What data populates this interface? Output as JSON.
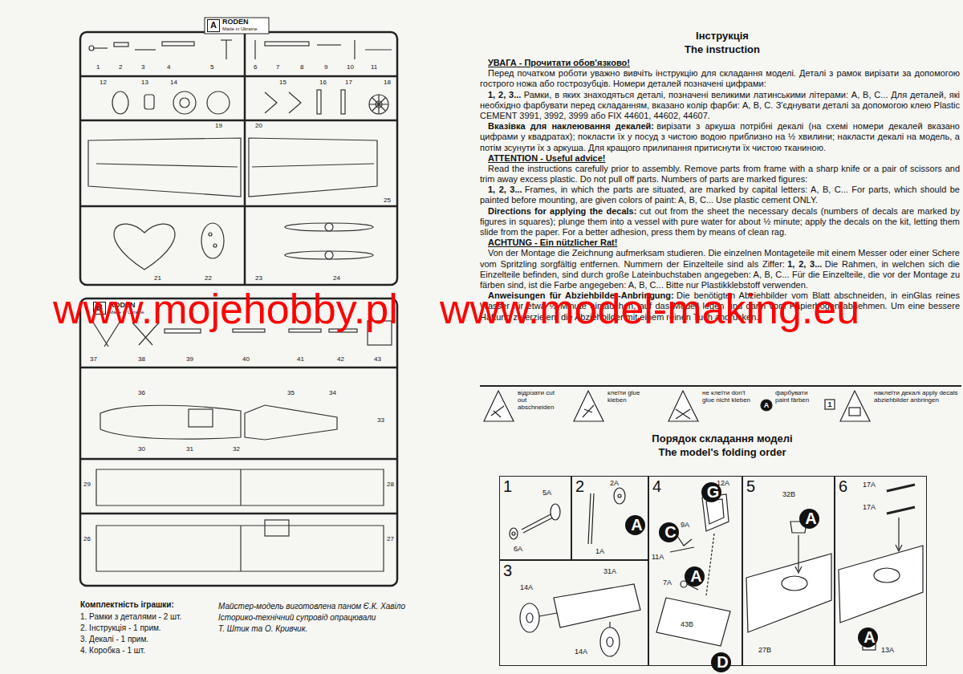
{
  "diagram": {
    "title": "Інструкція",
    "nodes": [
      {
        "text": [
          "A"
        ]
      },
      {
        "text": [
          "B"
        ]
      },
      {
        "text": [
          "1"
        ]
      },
      {
        "text": [
          "2"
        ]
      },
      {
        "text": [
          "3"
        ]
      },
      {
        "text": [
          "4"
        ]
      },
      {
        "text": [
          "5"
        ]
      },
      {
        "text": [
          "6"
        ]
      },
      {
        "text": [
          "A"
        ],
        "in": 3
      },
      {
        "text": [
          "G"
        ],
        "in": 5
      },
      {
        "text": [
          "C"
        ],
        "in": 5
      },
      {
        "text": [
          "A"
        ],
        "in": 5
      },
      {
        "text": [
          "D"
        ],
        "in": 5
      },
      {
        "text": [
          "A"
        ],
        "in": 6
      },
      {
        "text": [
          "A"
        ],
        "in": 7
      }
    ],
    "labels": [
      "The instruction",
      "УВАГА - Прочитати обов'язково!",
      "Перед початком роботи уважно вивчіть інструкцію для складання моделі. Деталі з рамок вирізати за допомогою гострого ножа або гострозубців. Номери деталей позначені цифрами:",
      "1, 2, 3...",
      "Рамки, в яких знаходяться деталі, позначені великими латинськими літерами: A, B, C... Для деталей, які необхідно фарбувати перед складанням, вказано колір фарби: A, B, C. З'єднувати деталі за допомогою клею Plastic CEMENT 3991, 3992, 3999 або FIX 44601, 44602, 44607.",
      "Вказівка для наклеювання декалей:",
      "вирізати з аркуша потрібні декалі (на схемі номери декалей вказано цифрами у квадратах); покласти їх у посуд з чистою водою приблизно на ½ хвилини; накласти декалі на модель, а потім зсунути їх з аркуша. Для кращого прилипання притиснути їх чистою тканиною.",
      "ATTENTION - Useful advice!",
      "Read the instructions carefully prior to assembly. Remove parts from frame with a sharp knife or a pair of scissors and trim away excess plastic. Do not pull off parts. Numbers of parts are marked figures:",
      "1, 2, 3...",
      "Frames, in which the parts are situated, are marked by capital letters: A, B, C... For parts, which should be painted before mounting, are given colors of paint: A, B, C... Use plastic cement ONLY.",
      "Directions for applying the decals:",
      "cut out from the sheet the necessary decals (numbers of decals are marked by figures in squares); plunge them into a vessel with pure water for about ½ minute; apply the decals on the kit, letting them slide from the paper. For a better adhesion, press them by means of clean rag.",
      "ACHTUNG - Ein nützlicher Rat!",
      "Von der Montage die Zeichnung aufmerksam studieren. Die einzelnen Montageteile mit einem Messer oder einer Schere vom Spritzling sorgfältig entfernen. Nummern der Einzelteile sind als Ziffer:",
      "1, 2, 3...",
      "Die Rahmen, in welchen sich die Einzelteile befinden, sind durch große Lateinbuchstaben angegeben: A, B, C... Für die Einzelteile, die vor der Montage zu färben sind, ist die Farbe angegeben: A, B, C... Bitte nur Plastikklebstoff verwenden.",
      "Anweisungen für Abziehbilder-Anbringung:",
      "Die benötigten Abziehbilder vom Blatt abschneiden, in einGlas reines Wasser für etwa ½ Minute eintauchen, auf das Modell legen und dann vom Papierbogen abnehmen. Um eine bessere Haftung zu erzielen, die Abziehbilder mit einem reinen Tuch andrücken.",
      "A",
      "1",
      "Порядок складання моделі",
      "The model's folding order",
      "Комплектність іграшки:",
      "1. Рамки з деталями - 2 шт.",
      "2. Інструкція - 1 прим.",
      "3. Декалі - 1 прим.",
      "4. Коробка - 1 шт.",
      "Майстер-модель виготовлена паном Є.К. Хавіло",
      "Історико-технічний супровід опрацювали",
      "Т. Штик та О. Кривчик.",
      "RODEN",
      "Made in Ukraine",
      "RODEN",
      "Made in Ukraine",
      "1",
      "2",
      "3",
      "4",
      "5",
      "6",
      "7",
      "8",
      "9",
      "10",
      "11",
      "12",
      "13",
      "14",
      "15",
      "16",
      "17",
      "18",
      "19",
      "20",
      "21",
      "22",
      "23",
      "24",
      "25",
      "26",
      "27",
      "28",
      "29",
      "30",
      "31",
      "32",
      "33",
      "34",
      "35",
      "36",
      "37",
      "38",
      "39",
      "40",
      "41",
      "42",
      "43",
      "5A",
      "6A",
      "2A",
      "1A",
      "14A",
      "31A",
      "14A",
      "12A",
      "9A",
      "11A",
      "7A",
      "43B",
      "32B",
      "27B",
      "17A",
      "17A",
      "13A",
      "www.mojehobby.pl",
      "www.model-making.eu"
    ],
    "legend": [
      {
        "text": "відрізати cut out abschneiden"
      },
      {
        "text": "клеїти glue kleben"
      },
      {
        "text": "не клеїти don't glue nicht kleben"
      },
      {
        "text": "фарбувати paint färben"
      },
      {
        "text": "наклеїти декалі apply decals abziehbilder anbringen"
      }
    ]
  }
}
